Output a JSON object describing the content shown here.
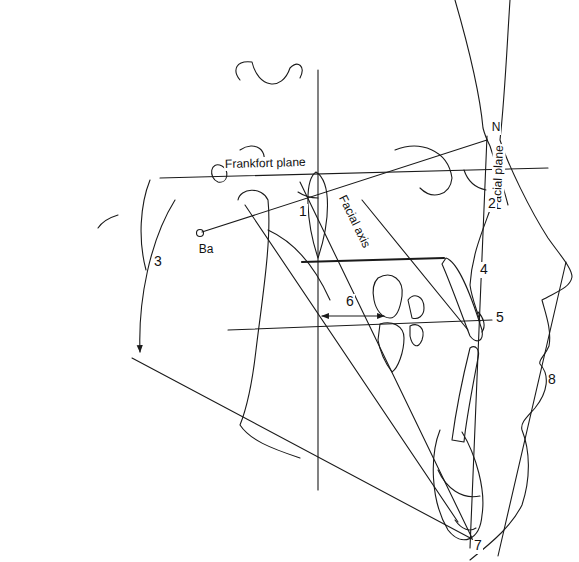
{
  "diagram": {
    "labels": [
      "N",
      "Frankfort plane",
      "Facial plane",
      "2",
      "Ba",
      "1",
      "Facial axis",
      "3",
      "4",
      "6",
      "5",
      "8",
      "7"
    ]
  }
}
